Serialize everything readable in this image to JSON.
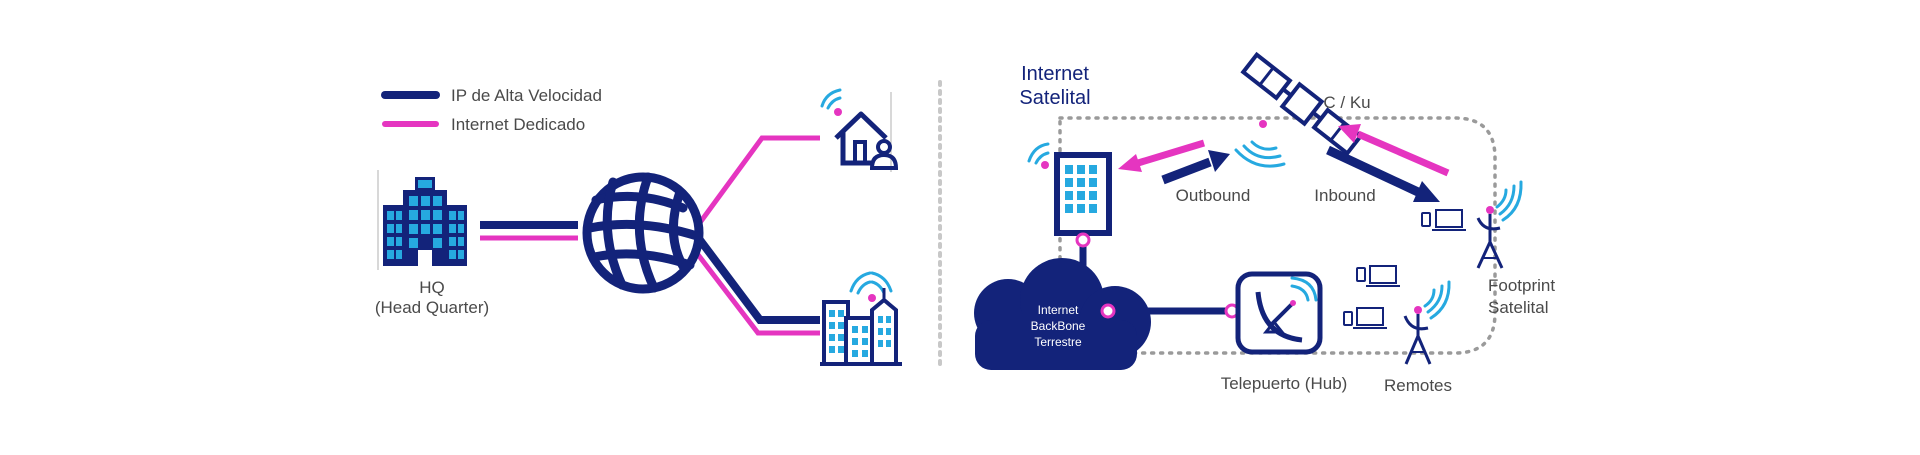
{
  "legend": {
    "ip_label": "IP de Alta Velocidad",
    "internet_label": "Internet Dedicado"
  },
  "hq": {
    "line1": "HQ",
    "line2": "(Head Quarter)"
  },
  "satellite": {
    "title_line1": "Internet",
    "title_line2": "Satelital",
    "band": "C / Ku",
    "outbound": "Outbound",
    "inbound": "Inbound",
    "backbone_line1": "Internet",
    "backbone_line2": "BackBone",
    "backbone_line3": "Terrestre",
    "teleport": "Telepuerto (Hub)",
    "remotes": "Remotes",
    "footprint_line1": "Footprint",
    "footprint_line2": "Satelital"
  },
  "colors": {
    "navy": "#13237a",
    "magenta": "#e535c0",
    "cyan": "#26a9e0",
    "gray": "#9a9a9a",
    "text": "#4a4a4a"
  }
}
